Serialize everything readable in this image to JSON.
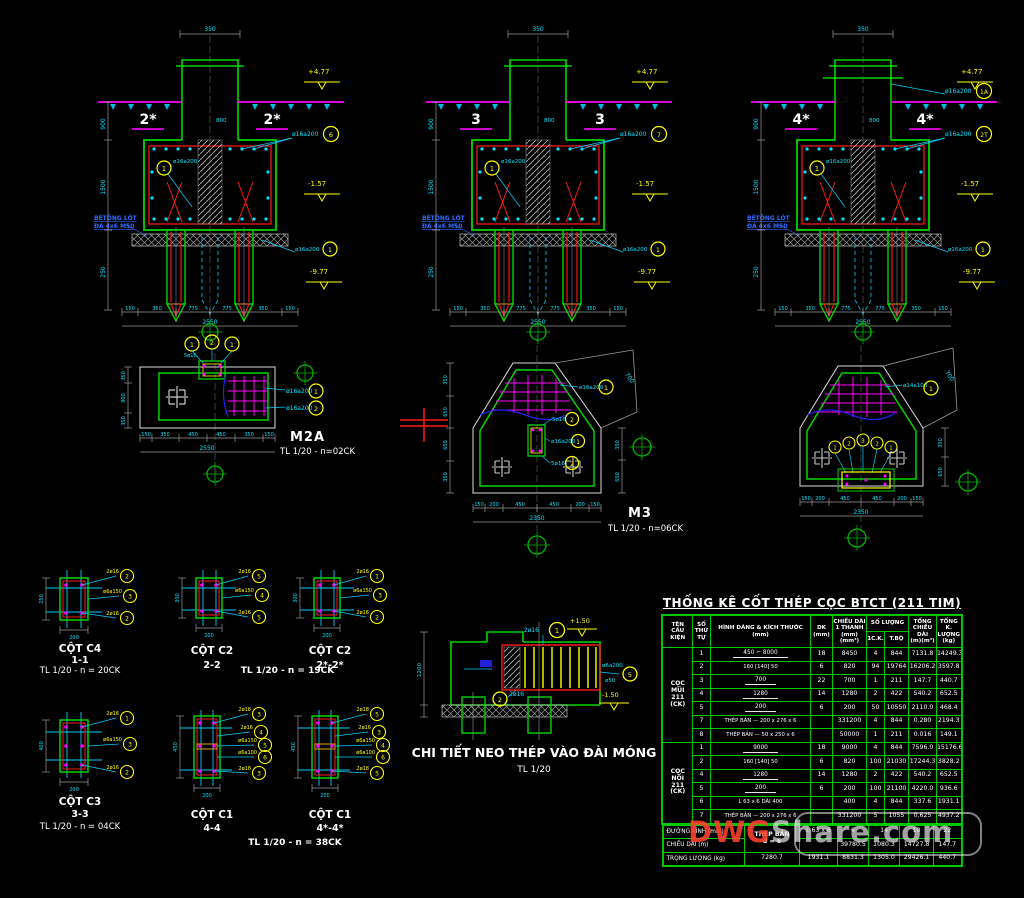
{
  "page": {
    "bg": "#000000",
    "accent_green": "#00d400",
    "accent_cyan": "#00e5ff",
    "accent_magenta": "#ff00ff",
    "accent_yellow": "#ffff00",
    "accent_red": "#ff1a1a"
  },
  "sections": [
    {
      "labels": [
        "2*",
        "2*"
      ],
      "dim_top": "350",
      "dim_stub": "800",
      "elev_top": "+4.77",
      "elev_mid": "-1.57",
      "elev_bot": "-9.77",
      "callout_inner_label": "ø16a200",
      "callout_inner_no": "1",
      "callout_main_label": "ø16a200",
      "callout_main_no": "6",
      "callout_pile_label": "ø16a200",
      "callout_pile_no": "1",
      "note1": "BÊTÔNG LÓT",
      "note2": "ĐÁ 4x6 M50",
      "dims_bottom": [
        "150",
        "350",
        "775",
        "775",
        "350",
        "150"
      ],
      "dim_total": "2550",
      "dims_left": [
        "900",
        "1500",
        "250"
      ]
    },
    {
      "labels": [
        "3",
        "3"
      ],
      "dim_top": "350",
      "dim_stub": "800",
      "elev_top": "+4.77",
      "elev_mid": "-1.57",
      "elev_bot": "-9.77",
      "callout_inner_label": "ø16a200",
      "callout_inner_no": "1",
      "callout_main_label": "ø16a200",
      "callout_main_no": "7",
      "callout_pile_label": "ø16a200",
      "callout_pile_no": "1",
      "note1": "BÊTÔNG LÓT",
      "note2": "ĐÁ 4x6 M50",
      "dims_bottom": [
        "150",
        "350",
        "775",
        "775",
        "350",
        "150"
      ],
      "dim_total": "2550",
      "dims_left": [
        "900",
        "1500",
        "250"
      ]
    },
    {
      "labels": [
        "4*",
        "4*"
      ],
      "dim_top": "350",
      "dim_stub": "800",
      "elev_top": "+4.77",
      "elev_mid": "-1.57",
      "elev_bot": "-9.77",
      "callout_inner_label": "ø16a200",
      "callout_inner_no": "1",
      "callout_main_label": "ø16a200",
      "callout_main_no": "2T",
      "callout_top_label": "ø16a200",
      "callout_top_no": "1A",
      "callout_pile_label": "ø16a200",
      "callout_pile_no": "1",
      "note1": "BÊTÔNG LÓT",
      "note2": "ĐÁ 4x6 M50",
      "dims_bottom": [
        "150",
        "350",
        "775",
        "775",
        "350",
        "150"
      ],
      "dim_total": "2550",
      "dims_left": [
        "900",
        "1500",
        "250"
      ]
    }
  ],
  "plans": [
    {
      "name": "M2A",
      "scale": "TL 1/20 - n=02CK",
      "top_nos": [
        "1",
        "2",
        "1"
      ],
      "top_label": "5ø16",
      "side": [
        {
          "label": "ø16a200",
          "no": "1"
        },
        {
          "label": "ø16a200",
          "no": "2"
        }
      ],
      "dims_bottom": [
        "150",
        "350",
        "450",
        "450",
        "350",
        "150"
      ],
      "dim_total": "2550",
      "dims_left": [
        "350",
        "900",
        "350"
      ]
    },
    {
      "name": "M3",
      "scale": "TL 1/20 - n=06CK",
      "callouts": [
        {
          "label": "ø16a200",
          "no": "1"
        },
        {
          "label": "5ø16",
          "no": "2"
        },
        {
          "label": "ø16a200",
          "no": "1"
        },
        {
          "label": "5ø16",
          "no": "2"
        }
      ],
      "dim_diag": "700",
      "dims_bottom": [
        "150",
        "200",
        "450",
        "450",
        "200",
        "150"
      ],
      "dim_total": "2350",
      "dims_left": [
        "350",
        "650",
        "650",
        "350"
      ],
      "dims_right": [
        "350",
        "650"
      ]
    },
    {
      "name": "",
      "scale": "",
      "callout_label": "ø14a100",
      "callout_no": "1",
      "circle_nos": [
        "1",
        "2",
        "3",
        "2",
        "1"
      ],
      "dim_diag": "700",
      "dims_bottom": [
        "150",
        "200",
        "450",
        "450",
        "200",
        "150"
      ],
      "dim_total": "2350",
      "dims_right": [
        "350",
        "650"
      ]
    }
  ],
  "columns": [
    {
      "title": "CỘT C4",
      "cut": "1-1",
      "scale": "TL 1/20 - n = 20CK",
      "w": "200",
      "h": "250",
      "callouts": [
        {
          "label": "2ø16",
          "no": "2"
        },
        {
          "label": "ø6a150",
          "no": "3"
        },
        {
          "label": "2ø16",
          "no": "2"
        }
      ]
    },
    {
      "title": "CỘT C2",
      "cut": "2-2",
      "scale": "",
      "w": "200",
      "h": "300",
      "callouts": [
        {
          "label": "2ø16",
          "no": "5"
        },
        {
          "label": "ø6a150",
          "no": "4"
        },
        {
          "label": "2ø16",
          "no": "5"
        }
      ]
    },
    {
      "title": "CỘT C2",
      "cut": "2*-2*",
      "scale": "",
      "w": "200",
      "h": "300",
      "callouts": [
        {
          "label": "2ø16",
          "no": "1"
        },
        {
          "label": "ø6a150",
          "no": "3"
        },
        {
          "label": "2ø16",
          "no": "2"
        }
      ]
    },
    {
      "title": "CỘT C3",
      "cut": "3-3",
      "scale": "TL 1/20 - n = 04CK",
      "w": "200",
      "h": "400",
      "callouts": [
        {
          "label": "2ø16",
          "no": "1"
        },
        {
          "label": "ø6a150",
          "no": "3"
        },
        {
          "label": "2ø16",
          "no": "2"
        }
      ]
    },
    {
      "title": "CỘT C1",
      "cut": "4-4",
      "scale": "",
      "w": "200",
      "h": "450",
      "callouts": [
        {
          "label": "2ø18",
          "no": "3"
        },
        {
          "label": "2ø16",
          "no": "4"
        },
        {
          "label": "ø6a150",
          "no": "5"
        },
        {
          "label": "ø6a100",
          "no": "6"
        },
        {
          "label": "2ø18",
          "no": "3"
        }
      ]
    },
    {
      "title": "CỘT C1",
      "cut": "4*-4*",
      "scale": "",
      "w": "200",
      "h": "450",
      "callouts": [
        {
          "label": "2ø18",
          "no": "5"
        },
        {
          "label": "2ø16",
          "no": "3"
        },
        {
          "label": "ø6a150",
          "no": "4"
        },
        {
          "label": "ø6a100",
          "no": "6"
        },
        {
          "label": "2ø18",
          "no": "5"
        }
      ]
    }
  ],
  "column_shared": {
    "c2_scale": "TL 1/20 - n = 19CK",
    "c1_scale": "TL 1/20 - n = 38CK"
  },
  "anchor": {
    "title": "CHI TIẾT NEO THÉP VÀO ĐÀI MÓNG",
    "scale": "TL 1/20",
    "callout_top_label": "2ø16",
    "callout_top_no": "1",
    "callout_bot_label": "2ø16",
    "callout_bot_no": "2",
    "callout_right_label1": "ø6a200",
    "callout_right_label2": "ø50",
    "callout_right_no": "5",
    "elev_top": "+1.50",
    "elev_bot": "-1.50",
    "dim_left": "1200"
  },
  "table": {
    "title": "THỐNG KÊ CỐT THÉP CỌC BTCT (211 TIM)",
    "headers": [
      "TÊN\nCẤU\nKIỆN",
      "SỐ\nTHỨ\nTỰ",
      "HÌNH DÁNG & KÍCH THƯỚC\n(mm)",
      "DK\n(mm)",
      "CHIỀU DÀI\n1 THANH\n(mm)(mm³)",
      "SỐ LƯỢNG",
      "1C.K.",
      "T.BỘ",
      "TỔNG\nCHIỀU DÀI\n(m)(m³)",
      "TỔNG\nK. LƯỢNG\n(kg)"
    ],
    "groups": [
      {
        "name_lines": "CỌC\nMŨI\n211\n(CK)",
        "rows": [
          [
            "1",
            "450 ⌐ 8000",
            "18",
            "8450",
            "4",
            "844",
            "7131.8",
            "14249.3"
          ],
          [
            "2",
            "160 [140] 50",
            "6",
            "820",
            "94",
            "19764",
            "16206.2",
            "3597.8"
          ],
          [
            "3",
            "700",
            "22",
            "700",
            "1",
            "211",
            "147.7",
            "440.7"
          ],
          [
            "4",
            "1280",
            "14",
            "1280",
            "2",
            "422",
            "540.2",
            "652.5"
          ],
          [
            "5",
            "200",
            "6",
            "200",
            "50",
            "10550",
            "2110.0",
            "468.4"
          ],
          [
            "7",
            "THÉP BẢN — 200 x 276 x 6",
            "",
            "331200",
            "4",
            "844",
            "0.280",
            "2194.3"
          ],
          [
            "8",
            "THÉP BẢN — 50 x 250 x 6",
            "",
            "50000",
            "1",
            "211",
            "0.016",
            "149.1"
          ]
        ]
      },
      {
        "name_lines": "CỌC\nNỐI\n211\n(CK)",
        "rows": [
          [
            "1",
            "9000",
            "18",
            "9000",
            "4",
            "844",
            "7596.0",
            "15176.6"
          ],
          [
            "2",
            "160 [140] 50",
            "6",
            "820",
            "100",
            "21030",
            "17244.3",
            "3828.2"
          ],
          [
            "4",
            "1280",
            "14",
            "1280",
            "2",
            "422",
            "540.2",
            "652.5"
          ],
          [
            "5",
            "200",
            "6",
            "200",
            "100",
            "21100",
            "4220.0",
            "936.6"
          ],
          [
            "6",
            "L 63 x 6 DÀI 400",
            "",
            "400",
            "4",
            "844",
            "337.6",
            "1931.1"
          ],
          [
            "7",
            "THÉP BẢN — 200 x 276 x 6",
            "",
            "331200",
            "5",
            "1055",
            "0.625",
            "4937.2"
          ]
        ]
      }
    ],
    "footer": {
      "row_d_label": "ĐƯỜNG KÍNH   (mm)",
      "row_len_label": "CHIỀU DÀI   (m)",
      "row_w_label": "TRỌNG LƯỢNG  (kg)",
      "thep_ban": "THÉP BẢN\nd = 6",
      "l63": "L 63 x 6",
      "diams": [
        "6",
        "14",
        "18",
        "22"
      ],
      "lengths": [
        "39780.5",
        "1080.3",
        "14727.8",
        "147.7"
      ],
      "weights": [
        "7280.7",
        "1931.1",
        "8831.3",
        "1305.0",
        "29426.1",
        "440.7"
      ]
    }
  },
  "watermark": {
    "red": "DWG",
    "rest": "Share.com"
  }
}
